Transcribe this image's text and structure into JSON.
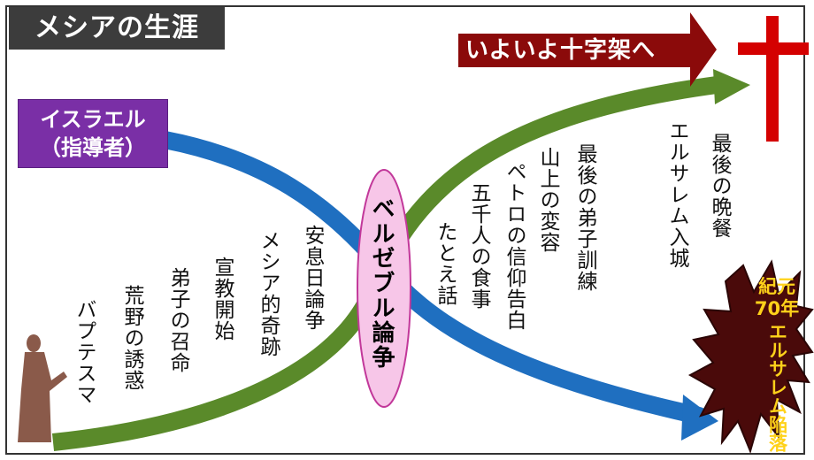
{
  "header": {
    "title": "メシアの生涯"
  },
  "israel": {
    "line1": "イスラエル",
    "line2": "（指導者）"
  },
  "cross_arrow": {
    "label": "いよいよ十字架へ"
  },
  "turning_point": {
    "label": "ベルゼブル論争"
  },
  "before_events": [
    {
      "id": "baptism",
      "label": "バプテスマ"
    },
    {
      "id": "temptation",
      "label": "荒野の誘惑"
    },
    {
      "id": "calling",
      "label": "弟子の召命"
    },
    {
      "id": "ministry",
      "label": "宣教開始"
    },
    {
      "id": "miracles",
      "label": "メシア的奇跡"
    },
    {
      "id": "sabbath",
      "label": "安息日論争"
    }
  ],
  "after_events": [
    {
      "id": "parables",
      "label": "たとえ話"
    },
    {
      "id": "five-thousand",
      "label": "五千人の食事"
    },
    {
      "id": "peter",
      "label": "ペトロの信仰告白"
    },
    {
      "id": "transfiguration",
      "label": "山上の変容"
    },
    {
      "id": "final-training",
      "label": "最後の弟子訓練"
    },
    {
      "id": "jerusalem-entry",
      "label": "エルサレム入城"
    },
    {
      "id": "last-supper",
      "label": "最後の晩餐"
    }
  ],
  "destruction": {
    "lines": [
      "紀元",
      "70年",
      "エルサレム陥落"
    ]
  },
  "colors": {
    "green_path": "#5a8a2a",
    "blue_path": "#1f6fc0",
    "title_bg": "#3c3c3c",
    "israel_bg": "#7a2fa6",
    "arrow_red": "#8b0a0a",
    "cross_red": "#d40000",
    "oval_fill": "#f7c6e8",
    "burst_fill": "#4a0a0a",
    "burst_text": "#ffd21a"
  },
  "icons": {
    "cross": "cross-icon",
    "jesus": "jesus-figure-icon",
    "explosion": "explosion-icon"
  }
}
